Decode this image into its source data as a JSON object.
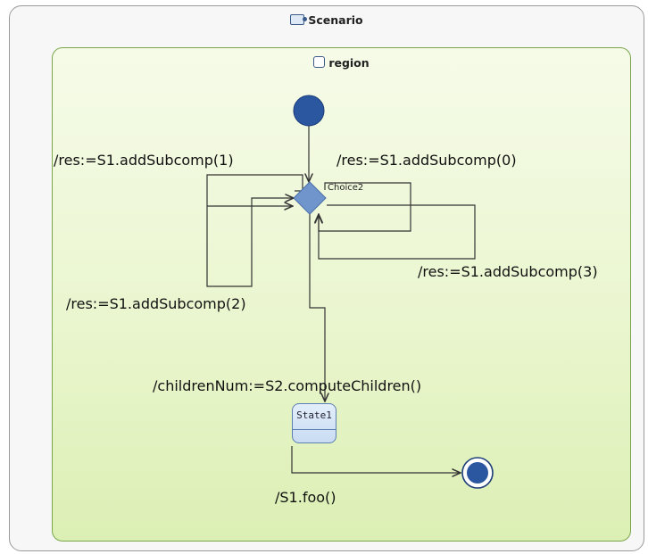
{
  "outer": {
    "title": "Scenario"
  },
  "region": {
    "title": "region"
  },
  "choice": {
    "label": "Choice2"
  },
  "state": {
    "name": "State1"
  },
  "transitions": {
    "t0": "/res:=S1.addSubcomp(0)",
    "t1": "/res:=S1.addSubcomp(1)",
    "t2": "/res:=S1.addSubcomp(2)",
    "t3": "/res:=S1.addSubcomp(3)",
    "t4": "/childrenNum:=S2.computeChildren()",
    "t5": "/S1.foo()"
  },
  "colors": {
    "node_fill": "#2b56a0",
    "choice_fill": "#6f95cc",
    "region_border": "#7aa64a",
    "edge": "#333333"
  }
}
